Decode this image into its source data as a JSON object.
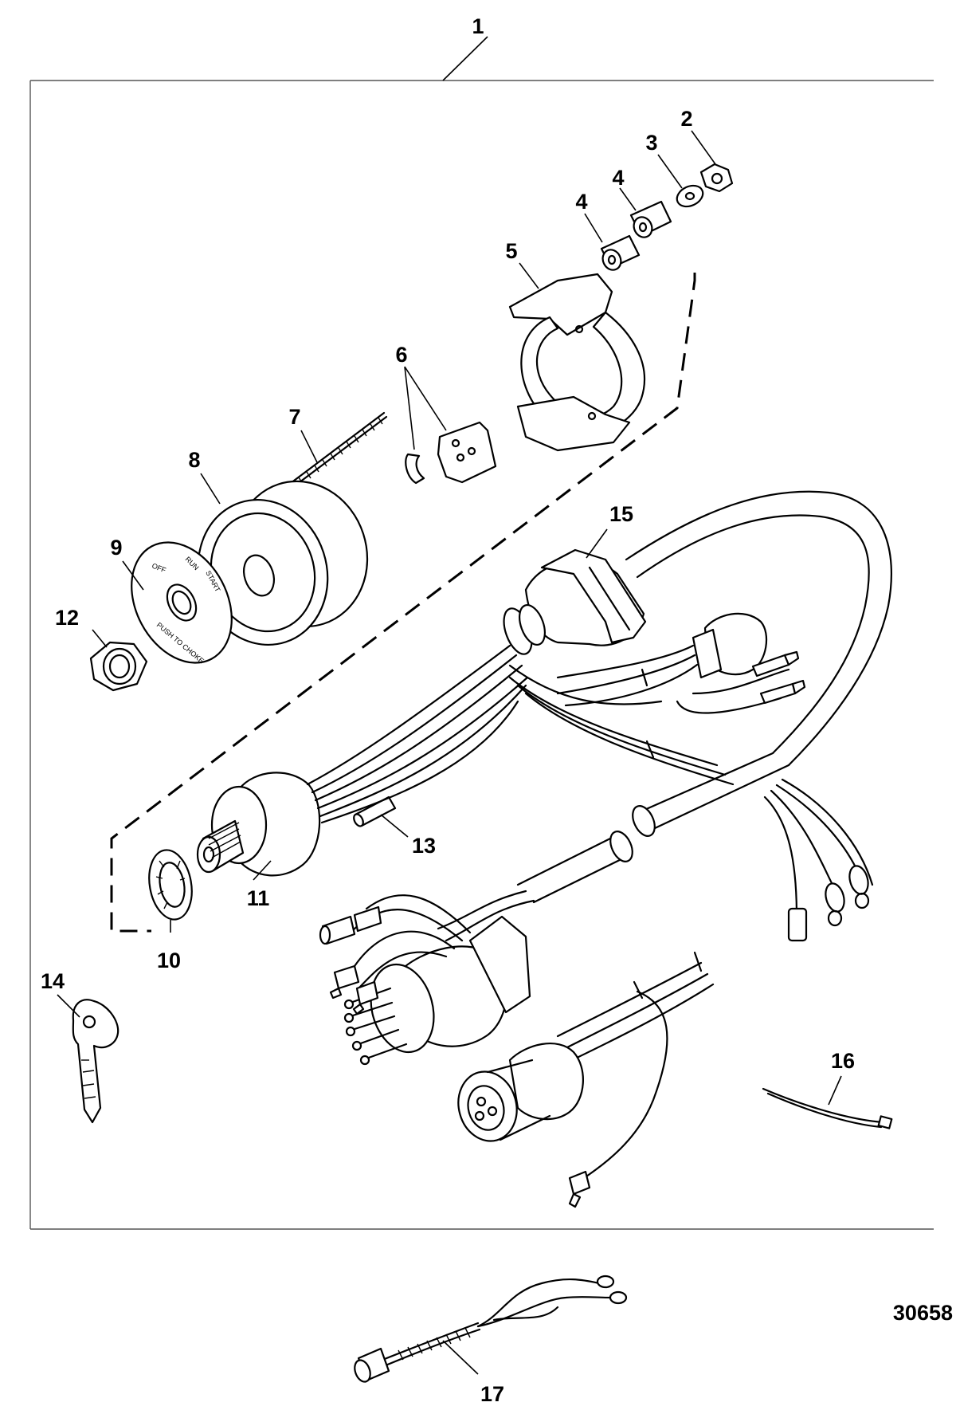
{
  "figure_number": "30658",
  "assembly_callout": "1",
  "callouts": [
    {
      "id": "c2",
      "text": "2"
    },
    {
      "id": "c3",
      "text": "3"
    },
    {
      "id": "c4a",
      "text": "4"
    },
    {
      "id": "c4b",
      "text": "4"
    },
    {
      "id": "c5",
      "text": "5"
    },
    {
      "id": "c6",
      "text": "6"
    },
    {
      "id": "c7",
      "text": "7"
    },
    {
      "id": "c8",
      "text": "8"
    },
    {
      "id": "c9",
      "text": "9"
    },
    {
      "id": "c10",
      "text": "10"
    },
    {
      "id": "c11",
      "text": "11"
    },
    {
      "id": "c12",
      "text": "12"
    },
    {
      "id": "c13",
      "text": "13"
    },
    {
      "id": "c14",
      "text": "14"
    },
    {
      "id": "c15",
      "text": "15"
    },
    {
      "id": "c16",
      "text": "16"
    },
    {
      "id": "c17",
      "text": "17"
    }
  ],
  "decal_text": [
    "OFF",
    "RUN",
    "START",
    "PUSH TO CHOKE"
  ]
}
